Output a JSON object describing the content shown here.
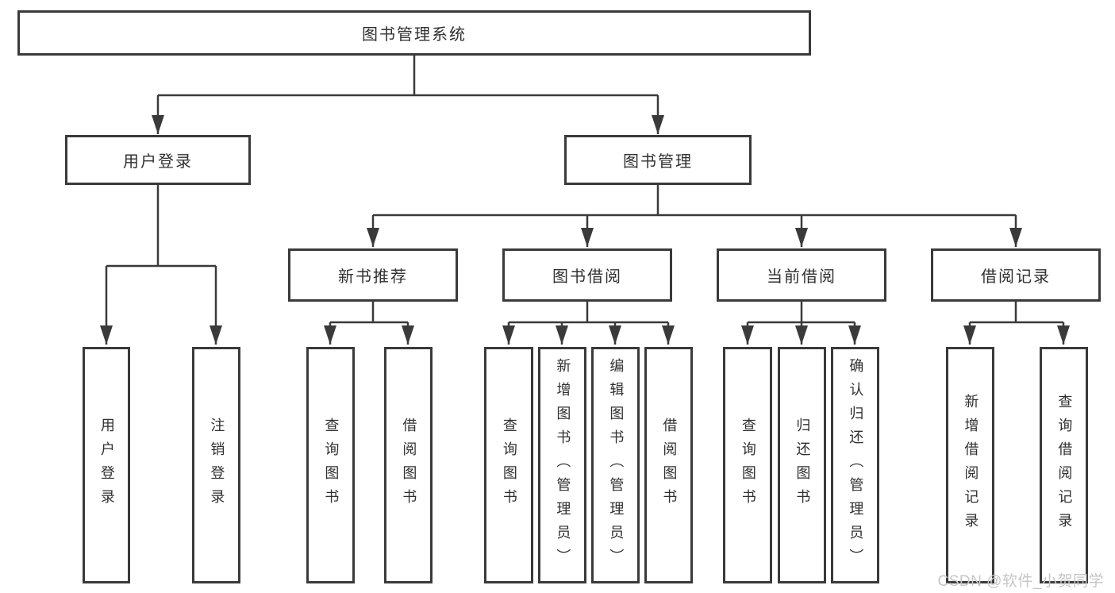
{
  "diagram": {
    "root": {
      "label": "图书管理系统"
    },
    "branches": [
      {
        "label": "用户登录",
        "children": [
          {
            "label": "用户登录"
          },
          {
            "label": "注销登录"
          }
        ]
      },
      {
        "label": "图书管理",
        "groups": [
          {
            "label": "新书推荐",
            "children": [
              {
                "label": "查询图书"
              },
              {
                "label": "借阅图书"
              }
            ]
          },
          {
            "label": "图书借阅",
            "children": [
              {
                "label": "查询图书"
              },
              {
                "label": "新增图书（管理员）"
              },
              {
                "label": "编辑图书（管理员）"
              },
              {
                "label": "借阅图书"
              }
            ]
          },
          {
            "label": "当前借阅",
            "children": [
              {
                "label": "查询图书"
              },
              {
                "label": "归还图书"
              },
              {
                "label": "确认归还（管理员）"
              }
            ]
          },
          {
            "label": "借阅记录",
            "children": [
              {
                "label": "新增借阅记录"
              },
              {
                "label": "查询借阅记录"
              }
            ]
          }
        ]
      }
    ]
  },
  "watermark": {
    "text": "CSDN @软件_小贺同学"
  },
  "colors": {
    "line": "#3a3a3a",
    "text": "#303030",
    "watermark": "#c6c6c6",
    "background": "#ffffff"
  }
}
